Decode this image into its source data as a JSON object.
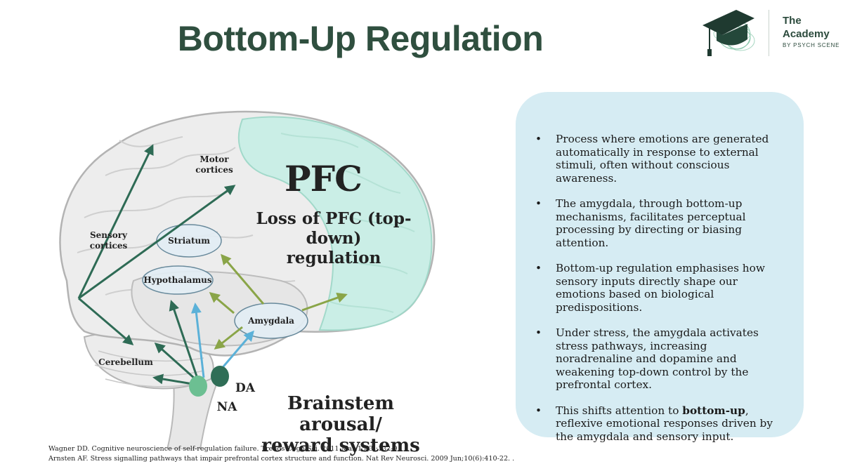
{
  "slide": {
    "title": "Bottom-Up Regulation"
  },
  "logo": {
    "name": "The\nAcademy",
    "tagline": "BY PSYCH SCENE",
    "icon": "graduation-cap-icon"
  },
  "diagram": {
    "labels": {
      "motor": "Motor\ncortices",
      "sensory": "Sensory\ncortices",
      "striatum": "Striatum",
      "hypothalamus": "Hypothalamus",
      "amygdala": "Amygdala",
      "cerebellum": "Cerebellum",
      "pfc": "PFC",
      "loss": "Loss of PFC (top-down)\nregulation",
      "da": "DA",
      "na": "NA",
      "brainstem": "Brainstem arousal/\nreward systems"
    },
    "colors": {
      "pfc_fill": "#c9efe6",
      "na_arrow": "#2e6b55",
      "da_arrow": "#5bb1d8",
      "amygdala_arrow": "#8aa548",
      "nucleus_na": "#6cbf92",
      "nucleus_da": "#2f6e56"
    }
  },
  "panel": {
    "bullets": [
      {
        "text": "Process where emotions are generated automatically in response to external stimuli, often without conscious awareness."
      },
      {
        "text": "The amygdala, through bottom-up mechanisms, facilitates perceptual processing by directing or biasing attention."
      },
      {
        "text": "Bottom-up regulation emphasises how sensory inputs directly shape our emotions based on biological predispositions."
      },
      {
        "text": "Under stress, the amygdala activates stress pathways, increasing noradrenaline and dopamine and weakening top-down control by the prefrontal cortex."
      },
      {
        "pre": "This shifts attention to ",
        "bold": "bottom-up",
        "post": ", reflexive emotional responses driven by the amygdala and sensory input."
      }
    ]
  },
  "references": [
    "Wagner DD. Cognitive neuroscience of self-regulation failure. Trends Cogn Sci. 2011 Mar;15(3):132-9",
    "Arnsten AF. Stress signalling pathways that impair prefrontal cortex structure and function. Nat Rev Neurosci. 2009 Jun;10(6):410-22. ."
  ]
}
